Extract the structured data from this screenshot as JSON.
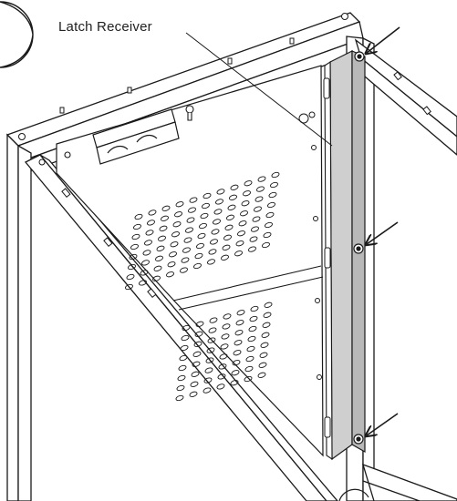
{
  "figure": {
    "callout": {
      "label": "Latch Receiver"
    },
    "arrows": [
      "top-screw-arrow",
      "middle-screw-arrow",
      "bottom-screw-arrow"
    ],
    "colors": {
      "line": "#1a1a1a",
      "panel_fill": "#ffffff",
      "latch_fill": "#cfcfcf",
      "latch_edge": "#9a9a9a"
    }
  }
}
